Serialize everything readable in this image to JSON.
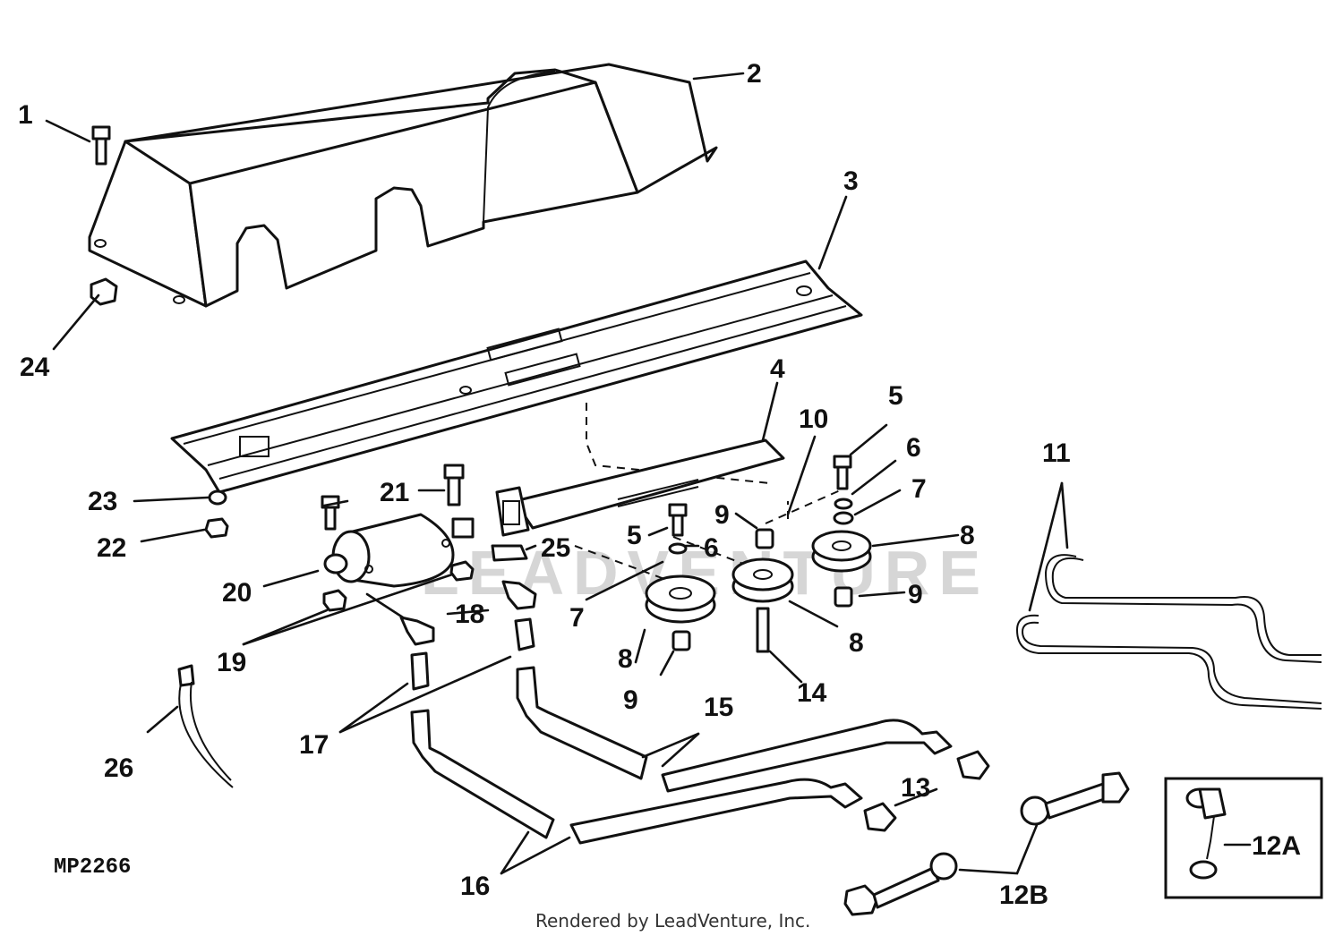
{
  "callouts": {
    "c1": "1",
    "c2": "2",
    "c3": "3",
    "c4": "4",
    "c5a": "5",
    "c5b": "5",
    "c6a": "6",
    "c6b": "6",
    "c7a": "7",
    "c7b": "7",
    "c8a": "8",
    "c8b": "8",
    "c8c": "8",
    "c9a": "9",
    "c9b": "9",
    "c9c": "9",
    "c10": "10",
    "c11": "11",
    "c12a": "12A",
    "c12b": "12B",
    "c13": "13",
    "c14": "14",
    "c15": "15",
    "c16": "16",
    "c17": "17",
    "c18": "18",
    "c19": "19",
    "c20": "20",
    "c21": "21",
    "c22": "22",
    "c23": "23",
    "c24": "24",
    "c25": "25",
    "c26": "26"
  },
  "diagram_code": "MP2266",
  "footer": "Rendered by LeadVenture, Inc.",
  "watermark": "LEADVENTURE"
}
